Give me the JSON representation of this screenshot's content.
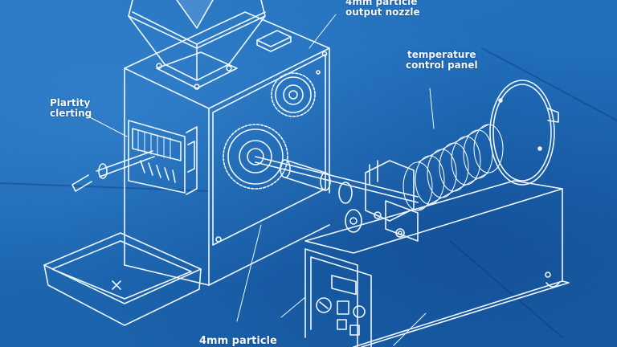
{
  "diagram": {
    "style": "blueprint",
    "background_color": "#1f6bb5",
    "line_color": "#eef6ff",
    "subject": "filament extruder / pelletizer machine isometric drawing"
  },
  "labels": {
    "output_nozzle": {
      "line1": "4mm particle",
      "line2": "output nozzle"
    },
    "temperature_panel": {
      "line1": "temperature",
      "line2": "control panel"
    },
    "plastic_cutting": {
      "line1": "Plartity",
      "line2": "clerting"
    },
    "bottom_particle": {
      "line1": "4mm particle"
    }
  },
  "components": [
    {
      "name": "hopper"
    },
    {
      "name": "gearbox with two spur gears"
    },
    {
      "name": "cutting blade assembly with handle"
    },
    {
      "name": "collection tray"
    },
    {
      "name": "drive shaft and bearings"
    },
    {
      "name": "filament spool"
    },
    {
      "name": "control box with display, knob and buttons"
    },
    {
      "name": "spool base"
    }
  ]
}
